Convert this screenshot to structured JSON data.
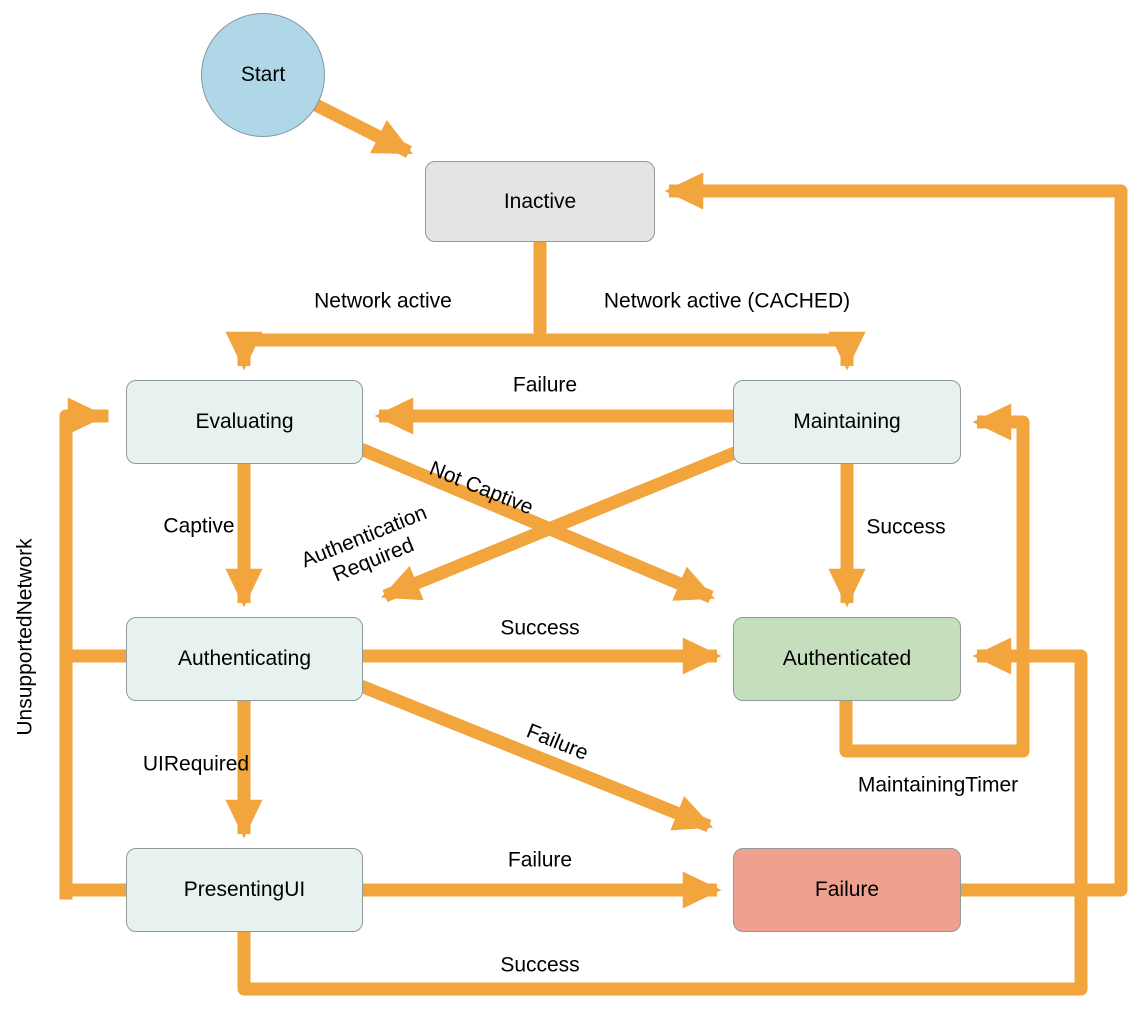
{
  "diagram": {
    "nodes": {
      "start": {
        "label": "Start"
      },
      "inactive": {
        "label": "Inactive"
      },
      "evaluating": {
        "label": "Evaluating"
      },
      "maintaining": {
        "label": "Maintaining"
      },
      "authenticating": {
        "label": "Authenticating"
      },
      "authenticated": {
        "label": "Authenticated"
      },
      "presenting_ui": {
        "label": "PresentingUI"
      },
      "failure": {
        "label": "Failure"
      }
    },
    "edges": {
      "inactive_to_evaluating": {
        "label": "Network active"
      },
      "inactive_to_maintaining": {
        "label": "Network active (CACHED)"
      },
      "maintaining_to_evaluating": {
        "label": "Failure"
      },
      "evaluating_to_authenticating": {
        "label": "Captive"
      },
      "evaluating_to_authenticated": {
        "label": "Not Captive"
      },
      "maintaining_to_authenticating": {
        "label": "Authentication Required"
      },
      "maintaining_to_authenticated": {
        "label": "Success"
      },
      "authenticating_to_authenticated": {
        "label": "Success"
      },
      "authenticating_to_presenting_ui": {
        "label": "UIRequired"
      },
      "authenticating_to_failure": {
        "label": "Failure"
      },
      "presenting_ui_to_failure": {
        "label": "Failure"
      },
      "presenting_ui_to_authenticated": {
        "label": "Success"
      },
      "authenticated_to_maintaining": {
        "label": "MaintainingTimer"
      },
      "unsupported_network": {
        "label": "UnsupportedNetwork"
      }
    },
    "colors": {
      "arrow": "#F2A43D",
      "start_fill": "#AFD7E8",
      "state_fill": "#E6F1F0",
      "inactive_fill": "#E4E5E2",
      "authenticated_fill": "#C5DEBB",
      "failure_fill": "#F0A08F",
      "node_border": "#8E9B99",
      "text": "#000000"
    }
  }
}
